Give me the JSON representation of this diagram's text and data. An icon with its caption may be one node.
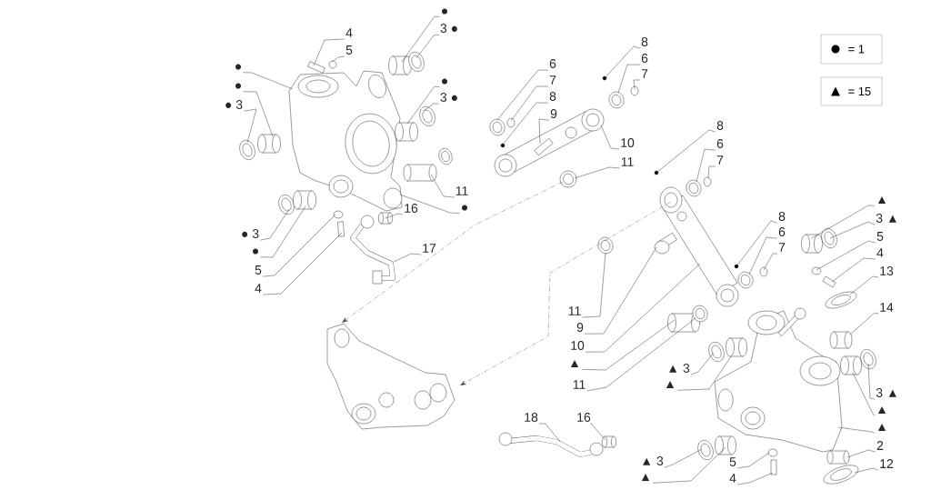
{
  "diagram": {
    "nodes": [
      {
        "text": [
          "4"
        ]
      },
      {
        "text": [
          "5"
        ]
      },
      {
        "text": [
          "●"
        ]
      },
      {
        "text": [
          "3 ●"
        ]
      },
      {
        "text": [
          "●"
        ]
      },
      {
        "text": [
          "●"
        ]
      },
      {
        "text": [
          "● 3"
        ]
      },
      {
        "text": [
          "●"
        ]
      },
      {
        "text": [
          "3 ●"
        ]
      },
      {
        "text": [
          "11"
        ]
      },
      {
        "text": [
          "●"
        ]
      },
      {
        "text": [
          "16"
        ]
      },
      {
        "text": [
          "● 3"
        ]
      },
      {
        "text": [
          "●"
        ]
      },
      {
        "text": [
          "5"
        ]
      },
      {
        "text": [
          "4"
        ]
      },
      {
        "text": [
          "17"
        ]
      },
      {
        "text": [
          "6"
        ]
      },
      {
        "text": [
          "7"
        ]
      },
      {
        "text": [
          "8"
        ]
      },
      {
        "text": [
          "9"
        ]
      },
      {
        "text": [
          "8"
        ]
      },
      {
        "text": [
          "6"
        ]
      },
      {
        "text": [
          "7"
        ]
      },
      {
        "text": [
          "10"
        ]
      },
      {
        "text": [
          "11"
        ]
      },
      {
        "text": [
          "8"
        ]
      },
      {
        "text": [
          "6"
        ]
      },
      {
        "text": [
          "7"
        ]
      },
      {
        "text": [
          "8"
        ]
      },
      {
        "text": [
          "6"
        ]
      },
      {
        "text": [
          "7"
        ]
      },
      {
        "text": [
          "11"
        ]
      },
      {
        "text": [
          "9"
        ]
      },
      {
        "text": [
          "10"
        ]
      },
      {
        "text": [
          "▲"
        ]
      },
      {
        "text": [
          "11"
        ]
      },
      {
        "text": [
          "▲"
        ]
      },
      {
        "text": [
          "3 ▲"
        ]
      },
      {
        "text": [
          "5"
        ]
      },
      {
        "text": [
          "4"
        ]
      },
      {
        "text": [
          "13"
        ]
      },
      {
        "text": [
          "14"
        ]
      },
      {
        "text": [
          "▲ 3"
        ]
      },
      {
        "text": [
          "▲"
        ]
      },
      {
        "text": [
          "3 ▲"
        ]
      },
      {
        "text": [
          "▲"
        ]
      },
      {
        "text": [
          "▲"
        ]
      },
      {
        "text": [
          "2"
        ]
      },
      {
        "text": [
          "12"
        ]
      },
      {
        "text": [
          "5"
        ]
      },
      {
        "text": [
          "4"
        ]
      },
      {
        "text": [
          "▲ 3"
        ]
      },
      {
        "text": [
          "▲"
        ]
      },
      {
        "text": [
          "18"
        ]
      },
      {
        "text": [
          "16"
        ]
      },
      {
        "text": [],
        "shape": "bar"
      },
      {
        "text": [],
        "shape": "circle"
      },
      {
        "text": [],
        "shape": "cylinder"
      },
      {
        "text": [],
        "shape": "picture"
      },
      {
        "text": [],
        "shape": "picture"
      },
      {
        "text": [],
        "shape": "cylinder"
      },
      {
        "text": [],
        "shape": "picture"
      },
      {
        "text": [],
        "shape": "cylinder"
      },
      {
        "text": [],
        "shape": "picture"
      },
      {
        "text": [],
        "shape": "cylinder"
      },
      {
        "text": [],
        "shape": "cylinder"
      },
      {
        "text": [],
        "shape": "picture"
      },
      {
        "text": [],
        "shape": "cylinder"
      },
      {
        "text": [],
        "shape": "circle"
      },
      {
        "text": [],
        "shape": "bar"
      },
      {
        "text": [],
        "shape": "picture"
      },
      {
        "text": [],
        "shape": "picture"
      },
      {
        "text": [],
        "shape": "circle"
      },
      {
        "text": [],
        "shape": "circle"
      },
      {
        "text": [],
        "shape": "picture"
      },
      {
        "text": [],
        "shape": "circle"
      },
      {
        "text": [],
        "shape": "picture"
      },
      {
        "text": [],
        "shape": "circle"
      },
      {
        "text": [],
        "shape": "picture"
      },
      {
        "text": [],
        "shape": "circle"
      },
      {
        "text": [],
        "shape": "picture"
      },
      {
        "text": [],
        "shape": "circle"
      },
      {
        "text": [],
        "shape": "circle"
      },
      {
        "text": [],
        "shape": "picture"
      },
      {
        "text": [],
        "shape": "circle"
      },
      {
        "text": [],
        "shape": "picture"
      },
      {
        "text": [],
        "shape": "picture"
      },
      {
        "text": [],
        "shape": "picture"
      },
      {
        "text": [],
        "shape": "cylinder"
      },
      {
        "text": [],
        "shape": "picture"
      },
      {
        "text": [],
        "shape": "cylinder"
      },
      {
        "text": [],
        "shape": "picture"
      },
      {
        "text": [],
        "shape": "circle"
      },
      {
        "text": [],
        "shape": "bar"
      },
      {
        "text": [],
        "shape": "picture"
      },
      {
        "text": [],
        "shape": "cylinder"
      },
      {
        "text": [],
        "shape": "picture"
      },
      {
        "text": [],
        "shape": "cylinder"
      },
      {
        "text": [],
        "shape": "picture"
      },
      {
        "text": [],
        "shape": "cylinder"
      },
      {
        "text": [],
        "shape": "picture"
      },
      {
        "text": [],
        "shape": "cylinder"
      },
      {
        "text": [],
        "shape": "picture"
      },
      {
        "text": [],
        "shape": "circle"
      },
      {
        "text": [],
        "shape": "bar"
      },
      {
        "text": [],
        "shape": "picture"
      },
      {
        "text": [],
        "shape": "cylinder"
      },
      {
        "text": [],
        "shape": "picture"
      },
      {
        "text": [],
        "shape": "cylinder"
      },
      {
        "text": [],
        "shape": "picture"
      }
    ],
    "edges": [
      {
        "from": 0,
        "to": 56,
        "arrow": "none"
      },
      {
        "from": 1,
        "to": 57,
        "arrow": "none"
      },
      {
        "from": 2,
        "to": 58,
        "arrow": "none"
      },
      {
        "from": 3,
        "to": 59,
        "arrow": "none"
      },
      {
        "from": 4,
        "to": 60,
        "arrow": "none"
      },
      {
        "from": 5,
        "to": 61,
        "arrow": "none"
      },
      {
        "from": 6,
        "to": 62,
        "arrow": "none"
      },
      {
        "from": 7,
        "to": 63,
        "arrow": "none"
      },
      {
        "from": 8,
        "to": 64,
        "arrow": "none"
      },
      {
        "from": 9,
        "to": 65,
        "arrow": "none"
      },
      {
        "from": 10,
        "to": 60,
        "arrow": "none"
      },
      {
        "from": 11,
        "to": 66,
        "arrow": "none"
      },
      {
        "from": 12,
        "to": 67,
        "arrow": "none"
      },
      {
        "from": 13,
        "to": 68,
        "arrow": "none"
      },
      {
        "from": 14,
        "to": 69,
        "arrow": "none"
      },
      {
        "from": 15,
        "to": 70,
        "arrow": "none"
      },
      {
        "from": 16,
        "to": 71,
        "arrow": "none"
      },
      {
        "from": 17,
        "to": 72,
        "arrow": "none"
      },
      {
        "from": 18,
        "to": 73,
        "arrow": "none"
      },
      {
        "from": 19,
        "to": 74,
        "arrow": "none"
      },
      {
        "from": 20,
        "to": 75,
        "arrow": "none"
      },
      {
        "from": 21,
        "to": 76,
        "arrow": "none"
      },
      {
        "from": 22,
        "to": 77,
        "arrow": "none"
      },
      {
        "from": 23,
        "to": 78,
        "arrow": "none"
      },
      {
        "from": 24,
        "to": 75,
        "arrow": "none"
      },
      {
        "from": 25,
        "to": 79,
        "arrow": "none"
      },
      {
        "from": 26,
        "to": 80,
        "arrow": "none"
      },
      {
        "from": 27,
        "to": 81,
        "arrow": "none"
      },
      {
        "from": 28,
        "to": 82,
        "arrow": "none"
      },
      {
        "from": 29,
        "to": 83,
        "arrow": "none"
      },
      {
        "from": 30,
        "to": 84,
        "arrow": "none"
      },
      {
        "from": 31,
        "to": 85,
        "arrow": "none"
      },
      {
        "from": 32,
        "to": 86,
        "arrow": "none"
      },
      {
        "from": 33,
        "to": 87,
        "arrow": "none"
      },
      {
        "from": 34,
        "to": 88,
        "arrow": "none"
      },
      {
        "from": 35,
        "to": 89,
        "arrow": "none"
      },
      {
        "from": 36,
        "to": 90,
        "arrow": "none"
      },
      {
        "from": 37,
        "to": 91,
        "arrow": "none"
      },
      {
        "from": 38,
        "to": 92,
        "arrow": "none"
      },
      {
        "from": 39,
        "to": 93,
        "arrow": "none"
      },
      {
        "from": 40,
        "to": 94,
        "arrow": "none"
      },
      {
        "from": 41,
        "to": 95,
        "arrow": "none"
      },
      {
        "from": 42,
        "to": 96,
        "arrow": "none"
      },
      {
        "from": 43,
        "to": 97,
        "arrow": "none"
      },
      {
        "from": 44,
        "to": 98,
        "arrow": "none"
      },
      {
        "from": 45,
        "to": 99,
        "arrow": "none"
      },
      {
        "from": 46,
        "to": 100,
        "arrow": "none"
      },
      {
        "from": 47,
        "to": 101,
        "arrow": "none"
      },
      {
        "from": 48,
        "to": 102,
        "arrow": "none"
      },
      {
        "from": 49,
        "to": 103,
        "arrow": "none"
      },
      {
        "from": 50,
        "to": 104,
        "arrow": "none"
      },
      {
        "from": 51,
        "to": 105,
        "arrow": "none"
      },
      {
        "from": 52,
        "to": 106,
        "arrow": "none"
      },
      {
        "from": 53,
        "to": 107,
        "arrow": "none"
      },
      {
        "from": 54,
        "to": 108,
        "arrow": "none"
      },
      {
        "from": 55,
        "to": 109,
        "arrow": "none"
      },
      {
        "from": 79,
        "to": 110,
        "arrow": "to",
        "style": "dashed"
      },
      {
        "from": 88,
        "to": 110,
        "arrow": "to",
        "style": "dashed"
      }
    ],
    "legend": [
      {
        "text": "= 1"
      },
      {
        "text": "= 15"
      }
    ]
  }
}
